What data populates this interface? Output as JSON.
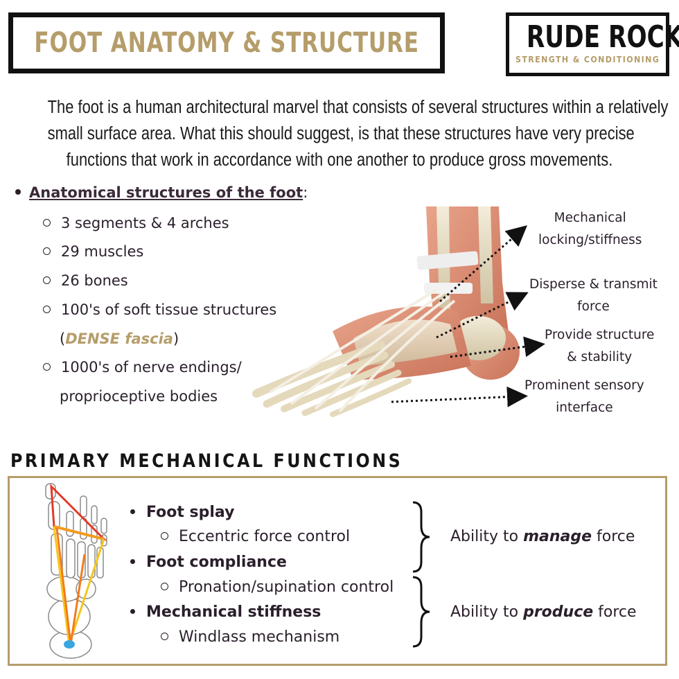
{
  "header": {
    "title": "FOOT ANATOMY & STRUCTURE",
    "logo_main": "RUDE ROCK",
    "logo_sub": "STRENGTH & CONDITIONING"
  },
  "intro": {
    "line1": "The foot is a human architectural marvel that consists of several structures within a relatively",
    "line2": "small surface area. What this should suggest, is that these structures have very precise",
    "line3": "functions that work in accordance with one another to produce gross movements."
  },
  "structures": {
    "heading": "Anatomical structures of the foot",
    "colon": ":",
    "items": [
      "3 segments & 4 arches",
      "29 muscles",
      "26 bones",
      "100's of soft tissue structures"
    ],
    "fascia_open": "(",
    "fascia_text": "DENSE fascia",
    "fascia_close": ")",
    "nerve_line1": "1000's of nerve endings/",
    "nerve_line2": "proprioceptive bodies"
  },
  "annotations": {
    "a1_line1": "Mechanical",
    "a1_line2": "locking/stiffness",
    "a2_line1": "Disperse & transmit",
    "a2_line2": "force",
    "a3_line1": "Provide structure",
    "a3_line2": "& stability",
    "a4_line1": "Prominent sensory",
    "a4_line2": "interface"
  },
  "functions": {
    "title": "PRIMARY MECHANICAL FUNCTIONS",
    "items": [
      {
        "label": "Foot splay",
        "sub": "Eccentric force control"
      },
      {
        "label": "Foot compliance",
        "sub": "Pronation/supination control"
      },
      {
        "label": "Mechanical stiffness",
        "sub": "Windlass mechanism"
      }
    ],
    "ability1_pre": "Ability to ",
    "ability1_em": "manage",
    "ability1_post": " force",
    "ability2_pre": "Ability to ",
    "ability2_em": "produce",
    "ability2_post": " force"
  },
  "colors": {
    "gold": "#b59d6a",
    "ink": "#2a1f2b",
    "border": "#111111"
  }
}
